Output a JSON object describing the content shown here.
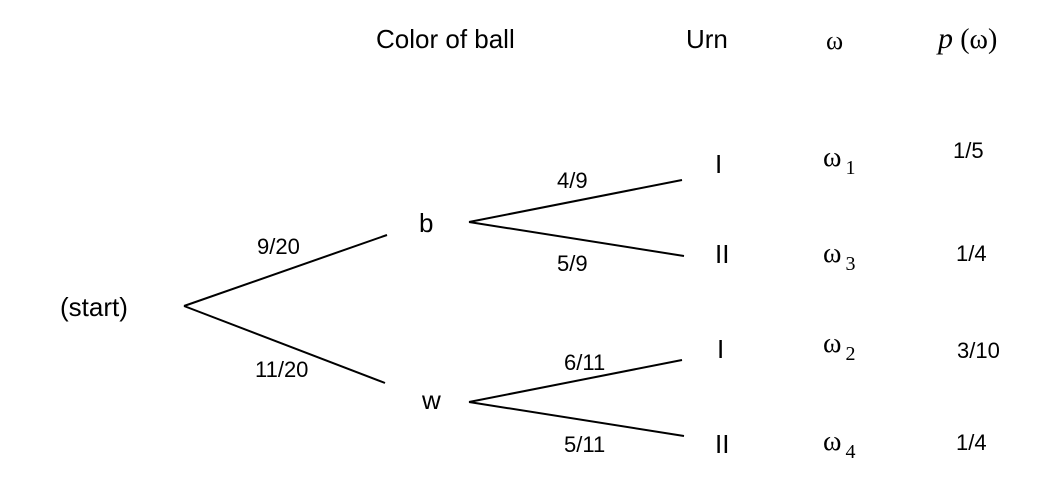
{
  "headers": {
    "color": "Color of ball",
    "urn": "Urn",
    "omega": "ω",
    "p_letter": "p",
    "p_arg": "(ω)"
  },
  "root": "(start)",
  "level1": [
    {
      "node": "b",
      "branch_prob": "9/20"
    },
    {
      "node": "w",
      "branch_prob": "11/20"
    }
  ],
  "level2": [
    {
      "parent": "b",
      "branch_prob": "4/9",
      "urn": "I",
      "omega": "ω",
      "omega_index": "1",
      "p": "1/5"
    },
    {
      "parent": "b",
      "branch_prob": "5/9",
      "urn": "II",
      "omega": "ω",
      "omega_index": "3",
      "p": "1/4"
    },
    {
      "parent": "w",
      "branch_prob": "6/11",
      "urn": "I",
      "omega": "ω",
      "omega_index": "2",
      "p": "3/10"
    },
    {
      "parent": "w",
      "branch_prob": "5/11",
      "urn": "II",
      "omega": "ω",
      "omega_index": "4",
      "p": "1/4"
    }
  ]
}
